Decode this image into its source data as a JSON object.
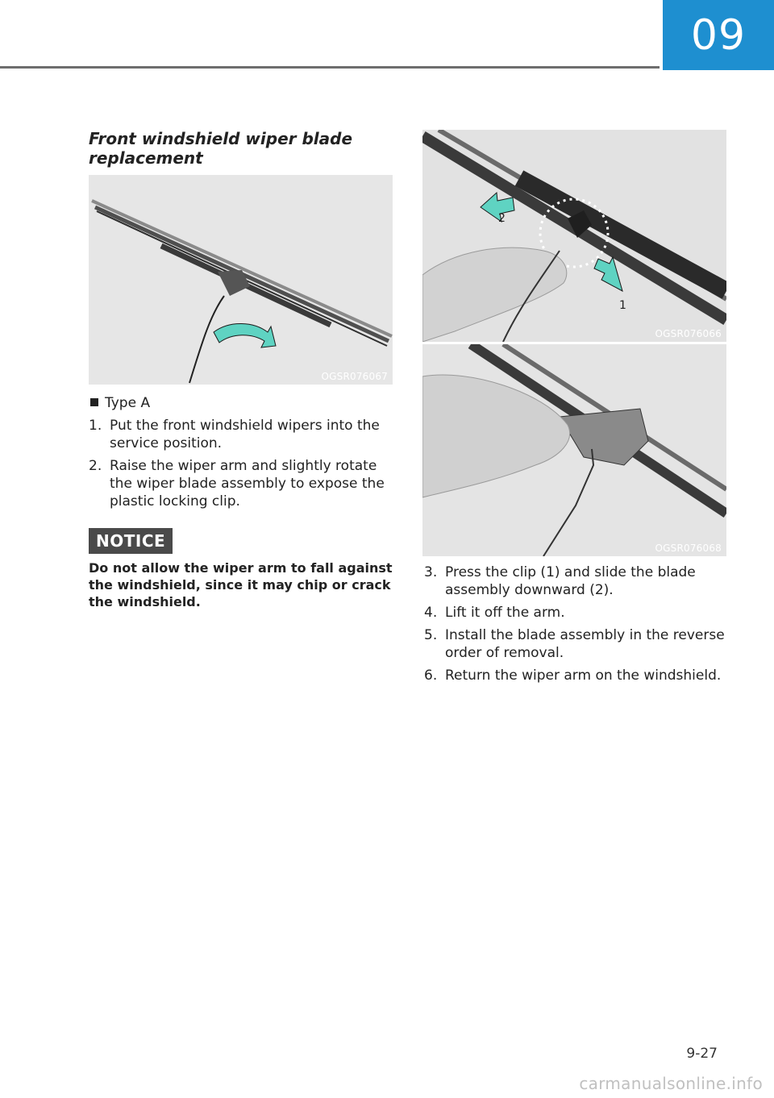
{
  "chapter": "09",
  "section_title": "Front windshield wiper blade replacement",
  "figures": {
    "fig1_code": "OGSR076067",
    "fig2_code": "OGSR076066",
    "fig3_code": "OGSR076068",
    "callout_1": "1",
    "callout_2": "2"
  },
  "type_label": "Type A",
  "steps_left": [
    {
      "num": "1.",
      "text": "Put the front windshield wipers into the service position."
    },
    {
      "num": "2.",
      "text": "Raise the wiper arm and slightly rotate the wiper blade assembly to expose the plastic locking clip."
    }
  ],
  "notice": {
    "label": "NOTICE",
    "text": "Do not allow the wiper arm to fall against the windshield, since it may chip or crack the windshield."
  },
  "steps_right": [
    {
      "num": "3.",
      "text": "Press the clip (1) and slide the blade assembly downward (2)."
    },
    {
      "num": "4.",
      "text": "Lift it off the arm."
    },
    {
      "num": "5.",
      "text": "Install the blade assembly in the reverse order of removal."
    },
    {
      "num": "6.",
      "text": "Return the wiper arm on the windshield."
    }
  ],
  "page_number": "9-27",
  "watermark": "carmanualsonline.info",
  "colors": {
    "accent": "#1e8fd0",
    "notice_bg": "#4a4a4a",
    "arrow": "#5fd3c2"
  }
}
